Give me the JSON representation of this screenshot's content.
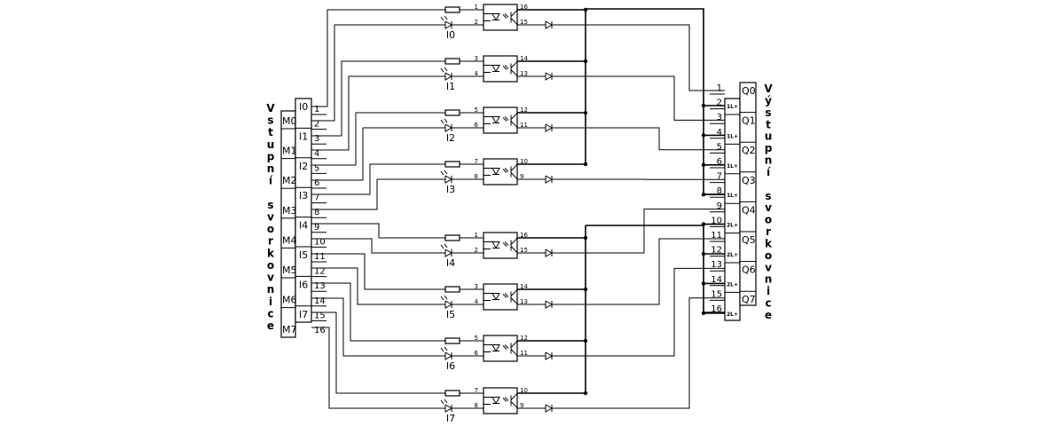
{
  "left_title": "Vstupní svorkovnice",
  "right_title": "Výstupní svorkovnice",
  "left_block": {
    "m_labels": [
      "M0",
      "M1",
      "M2",
      "M3",
      "M4",
      "M5",
      "M6",
      "M7"
    ],
    "i_labels": [
      "I0",
      "I1",
      "I2",
      "I3",
      "I4",
      "I5",
      "I6",
      "I7"
    ],
    "pin_numbers": [
      "1",
      "2",
      "3",
      "4",
      "5",
      "6",
      "7",
      "8",
      "9",
      "10",
      "11",
      "12",
      "13",
      "14",
      "15",
      "16"
    ]
  },
  "right_block": {
    "q_labels": [
      "Q0",
      "Q1",
      "Q2",
      "Q3",
      "Q4",
      "Q5",
      "Q6",
      "Q7"
    ],
    "pin_numbers": [
      "1",
      "2",
      "3",
      "4",
      "5",
      "6",
      "7",
      "8",
      "9",
      "10",
      "11",
      "12",
      "13",
      "14",
      "15",
      "16"
    ],
    "common_labels": [
      "1L+",
      "1L+",
      "1L+",
      "1L+",
      "2L+",
      "2L+",
      "2L+",
      "2L+"
    ]
  },
  "optocouplers": [
    {
      "label": "I0",
      "pins": [
        "1",
        "2",
        "16",
        "15"
      ]
    },
    {
      "label": "I1",
      "pins": [
        "3",
        "4",
        "14",
        "13"
      ]
    },
    {
      "label": "I2",
      "pins": [
        "5",
        "6",
        "12",
        "11"
      ]
    },
    {
      "label": "I3",
      "pins": [
        "7",
        "8",
        "10",
        "9"
      ]
    },
    {
      "label": "I4",
      "pins": [
        "1",
        "2",
        "16",
        "15"
      ]
    },
    {
      "label": "I5",
      "pins": [
        "3",
        "4",
        "14",
        "13"
      ]
    },
    {
      "label": "I6",
      "pins": [
        "5",
        "6",
        "12",
        "11"
      ]
    },
    {
      "label": "I7",
      "pins": [
        "7",
        "8",
        "10",
        "9"
      ]
    }
  ]
}
